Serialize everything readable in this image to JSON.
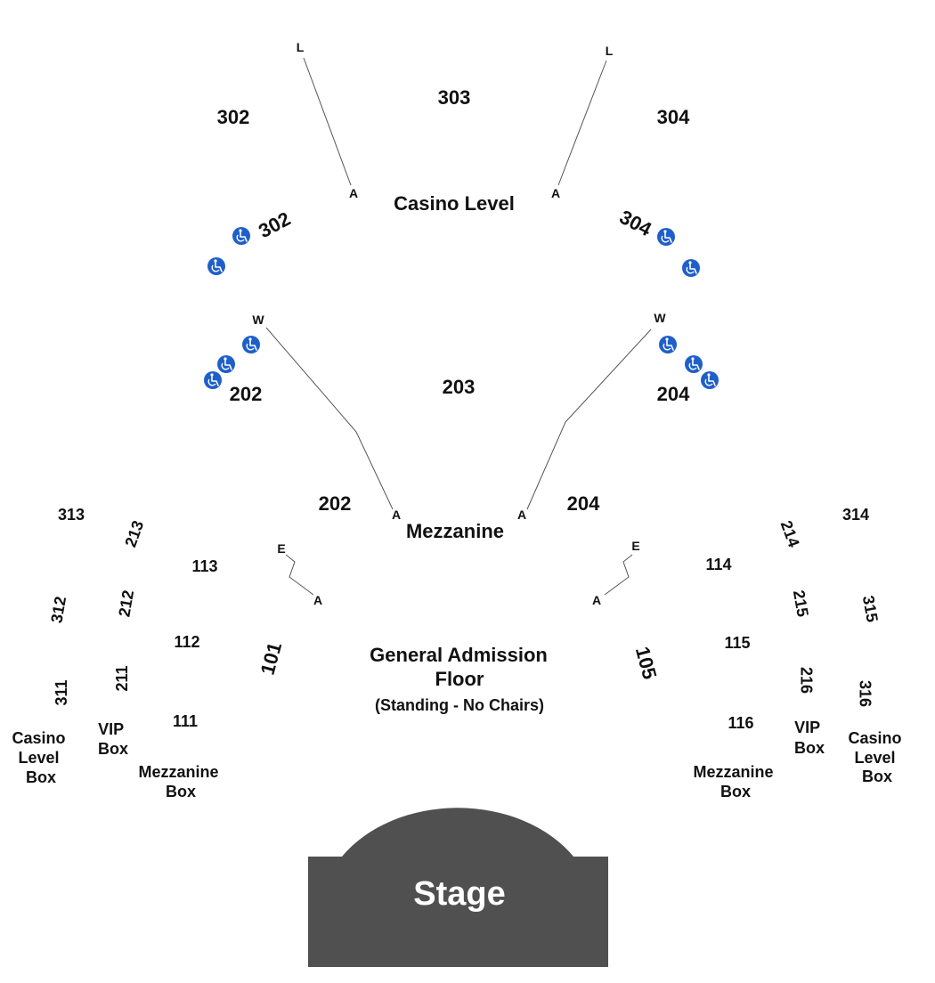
{
  "colors": {
    "stage": "#505050",
    "stage_label": "#ffffff",
    "accessible_badge": "#1f5fc9",
    "text": "#111111",
    "aisle_line": "#555555"
  },
  "levels": {
    "casino": "Casino Level",
    "mezzanine": "Mezzanine"
  },
  "floor": {
    "title_line1": "General Admission",
    "title_line2": "Floor",
    "subtitle": "(Standing - No Chairs)"
  },
  "stage": {
    "label": "Stage"
  },
  "sections": {
    "s303": "303",
    "s302_top": "302",
    "s304_top": "304",
    "s302_ring": "302",
    "s304_ring": "304",
    "s202_upper": "202",
    "s203": "203",
    "s204_upper": "204",
    "s202_lower": "202",
    "s204_lower": "204",
    "s313": "313",
    "s213": "213",
    "s113": "113",
    "s312": "312",
    "s212": "212",
    "s112": "112",
    "s311": "311",
    "s211": "211",
    "s111": "111",
    "s101": "101",
    "s105": "105",
    "s314": "314",
    "s214": "214",
    "s114": "114",
    "s315": "315",
    "s215": "215",
    "s115": "115",
    "s316": "316",
    "s216": "216",
    "s116": "116"
  },
  "boxes": {
    "casino_left": [
      "Casino",
      "Level",
      "Box"
    ],
    "vip_left": [
      "VIP",
      "Box"
    ],
    "mezz_left": [
      "Mezzanine",
      "Box"
    ],
    "casino_right": [
      "Casino",
      "Level",
      "Box"
    ],
    "vip_right": [
      "VIP",
      "Box"
    ],
    "mezz_right": [
      "Mezzanine",
      "Box"
    ]
  },
  "aisle_labels": {
    "L_left": "L",
    "L_right": "L",
    "A_casino_left": "A",
    "A_casino_right": "A",
    "W_left": "W",
    "W_right": "W",
    "A_mezz_left": "A",
    "A_mezz_right": "A",
    "E_left": "E",
    "E_right": "E",
    "A_floor_left": "A",
    "A_floor_right": "A"
  },
  "accessibility": {
    "icon_name": "wheelchair-accessible-icon",
    "count": 10
  }
}
